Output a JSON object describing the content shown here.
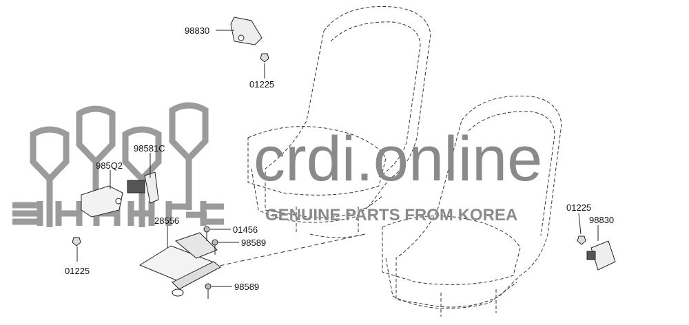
{
  "watermark": {
    "brand": "crdi.online",
    "tagline": "GENUINE PARTS FROM KOREA",
    "color": "#8a8a8a"
  },
  "callouts": {
    "bracket_top_right": "98830",
    "nut_top": "01225",
    "sensor": "98581C",
    "bracket_left": "985Q2",
    "module": "28556",
    "screw": "01456",
    "bolt_upper": "98589",
    "bolt_lower": "98589",
    "nut_left": "01225",
    "nut_right": "01225",
    "bracket_right": "98830"
  }
}
